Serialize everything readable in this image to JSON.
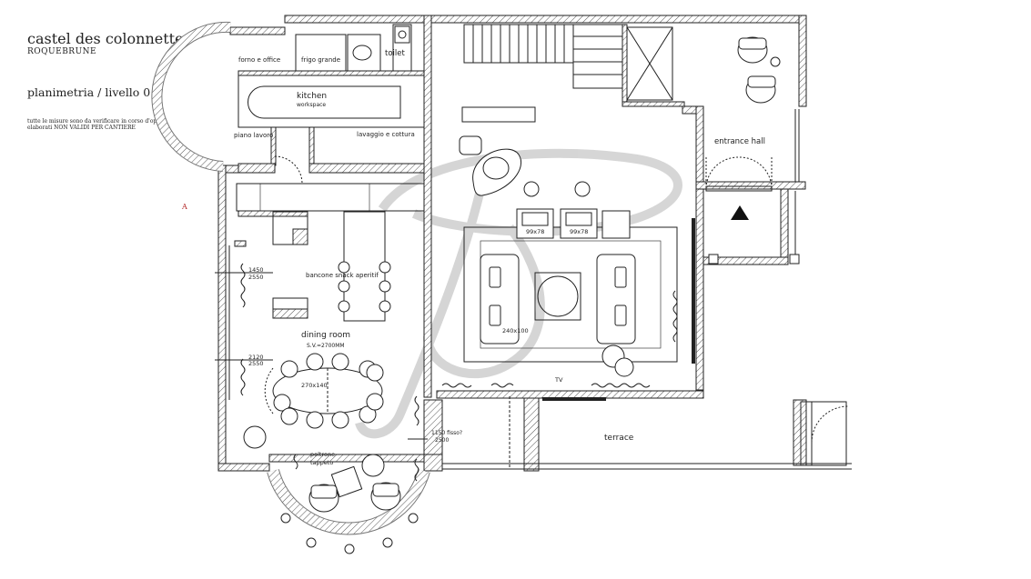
{
  "header": {
    "title": "castel des colonnettes",
    "subtitle": "ROQUEBRUNE",
    "level": "planimetria / livello 0",
    "note_line1": "tutte le misure sono da verificare in corso d'opera",
    "note_line2": "elaborati NON VALIDI PER CANTIERE",
    "section_marker": "A"
  },
  "labels": {
    "forno": "forno e office",
    "frigo": "frigo grande",
    "toilet": "toilet",
    "kitchen": "kitchen",
    "workspace": "workspace",
    "piano": "piano lavoro",
    "lavaggio": "lavaggio e cottura",
    "bancone": "bancone snack aperitif",
    "dining": "dining room",
    "sv": "S.V.=2700MM",
    "table": "270x140",
    "h1450": "1450",
    "h2550a": "2550",
    "h2120": "2120",
    "h2550b": "2550",
    "h1150": "1150 fisso?",
    "h2500": "2500",
    "poltrone": "poltrone",
    "tappeto": "tappeto",
    "armchair1": "99x78",
    "armchair2": "99x78",
    "sofa": "240x100",
    "tv": "TV",
    "terrace": "terrace",
    "entrance": "entrance hall"
  }
}
